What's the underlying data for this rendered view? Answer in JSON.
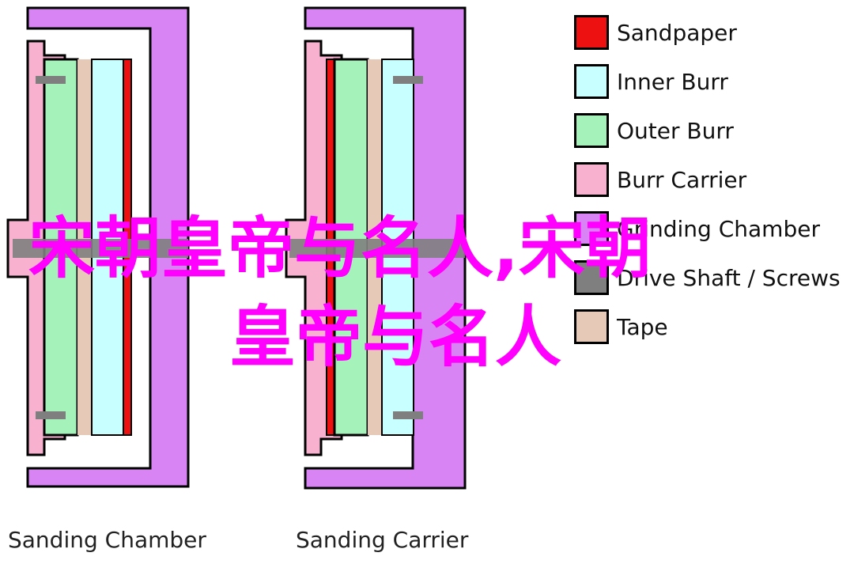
{
  "legend": [
    {
      "label": "Sandpaper",
      "color": "#ee1111"
    },
    {
      "label": "Inner Burr",
      "color": "#c8ffff"
    },
    {
      "label": "Outer Burr",
      "color": "#a6f2bb"
    },
    {
      "label": "Burr Carrier",
      "color": "#f8b2cf"
    },
    {
      "label": "Grinding Chamber",
      "color": "#d884f4"
    },
    {
      "label": "Drive Shaft / Screws",
      "color": "#7f7f7f"
    },
    {
      "label": "Tape",
      "color": "#e7c9b8"
    }
  ],
  "captions": {
    "left": "Sanding Chamber",
    "right": "Sanding Carrier"
  },
  "watermark": {
    "line1": "宋朝皇帝与名人,宋朝",
    "line2": "皇帝与名人",
    "color": "#ff00ff"
  }
}
